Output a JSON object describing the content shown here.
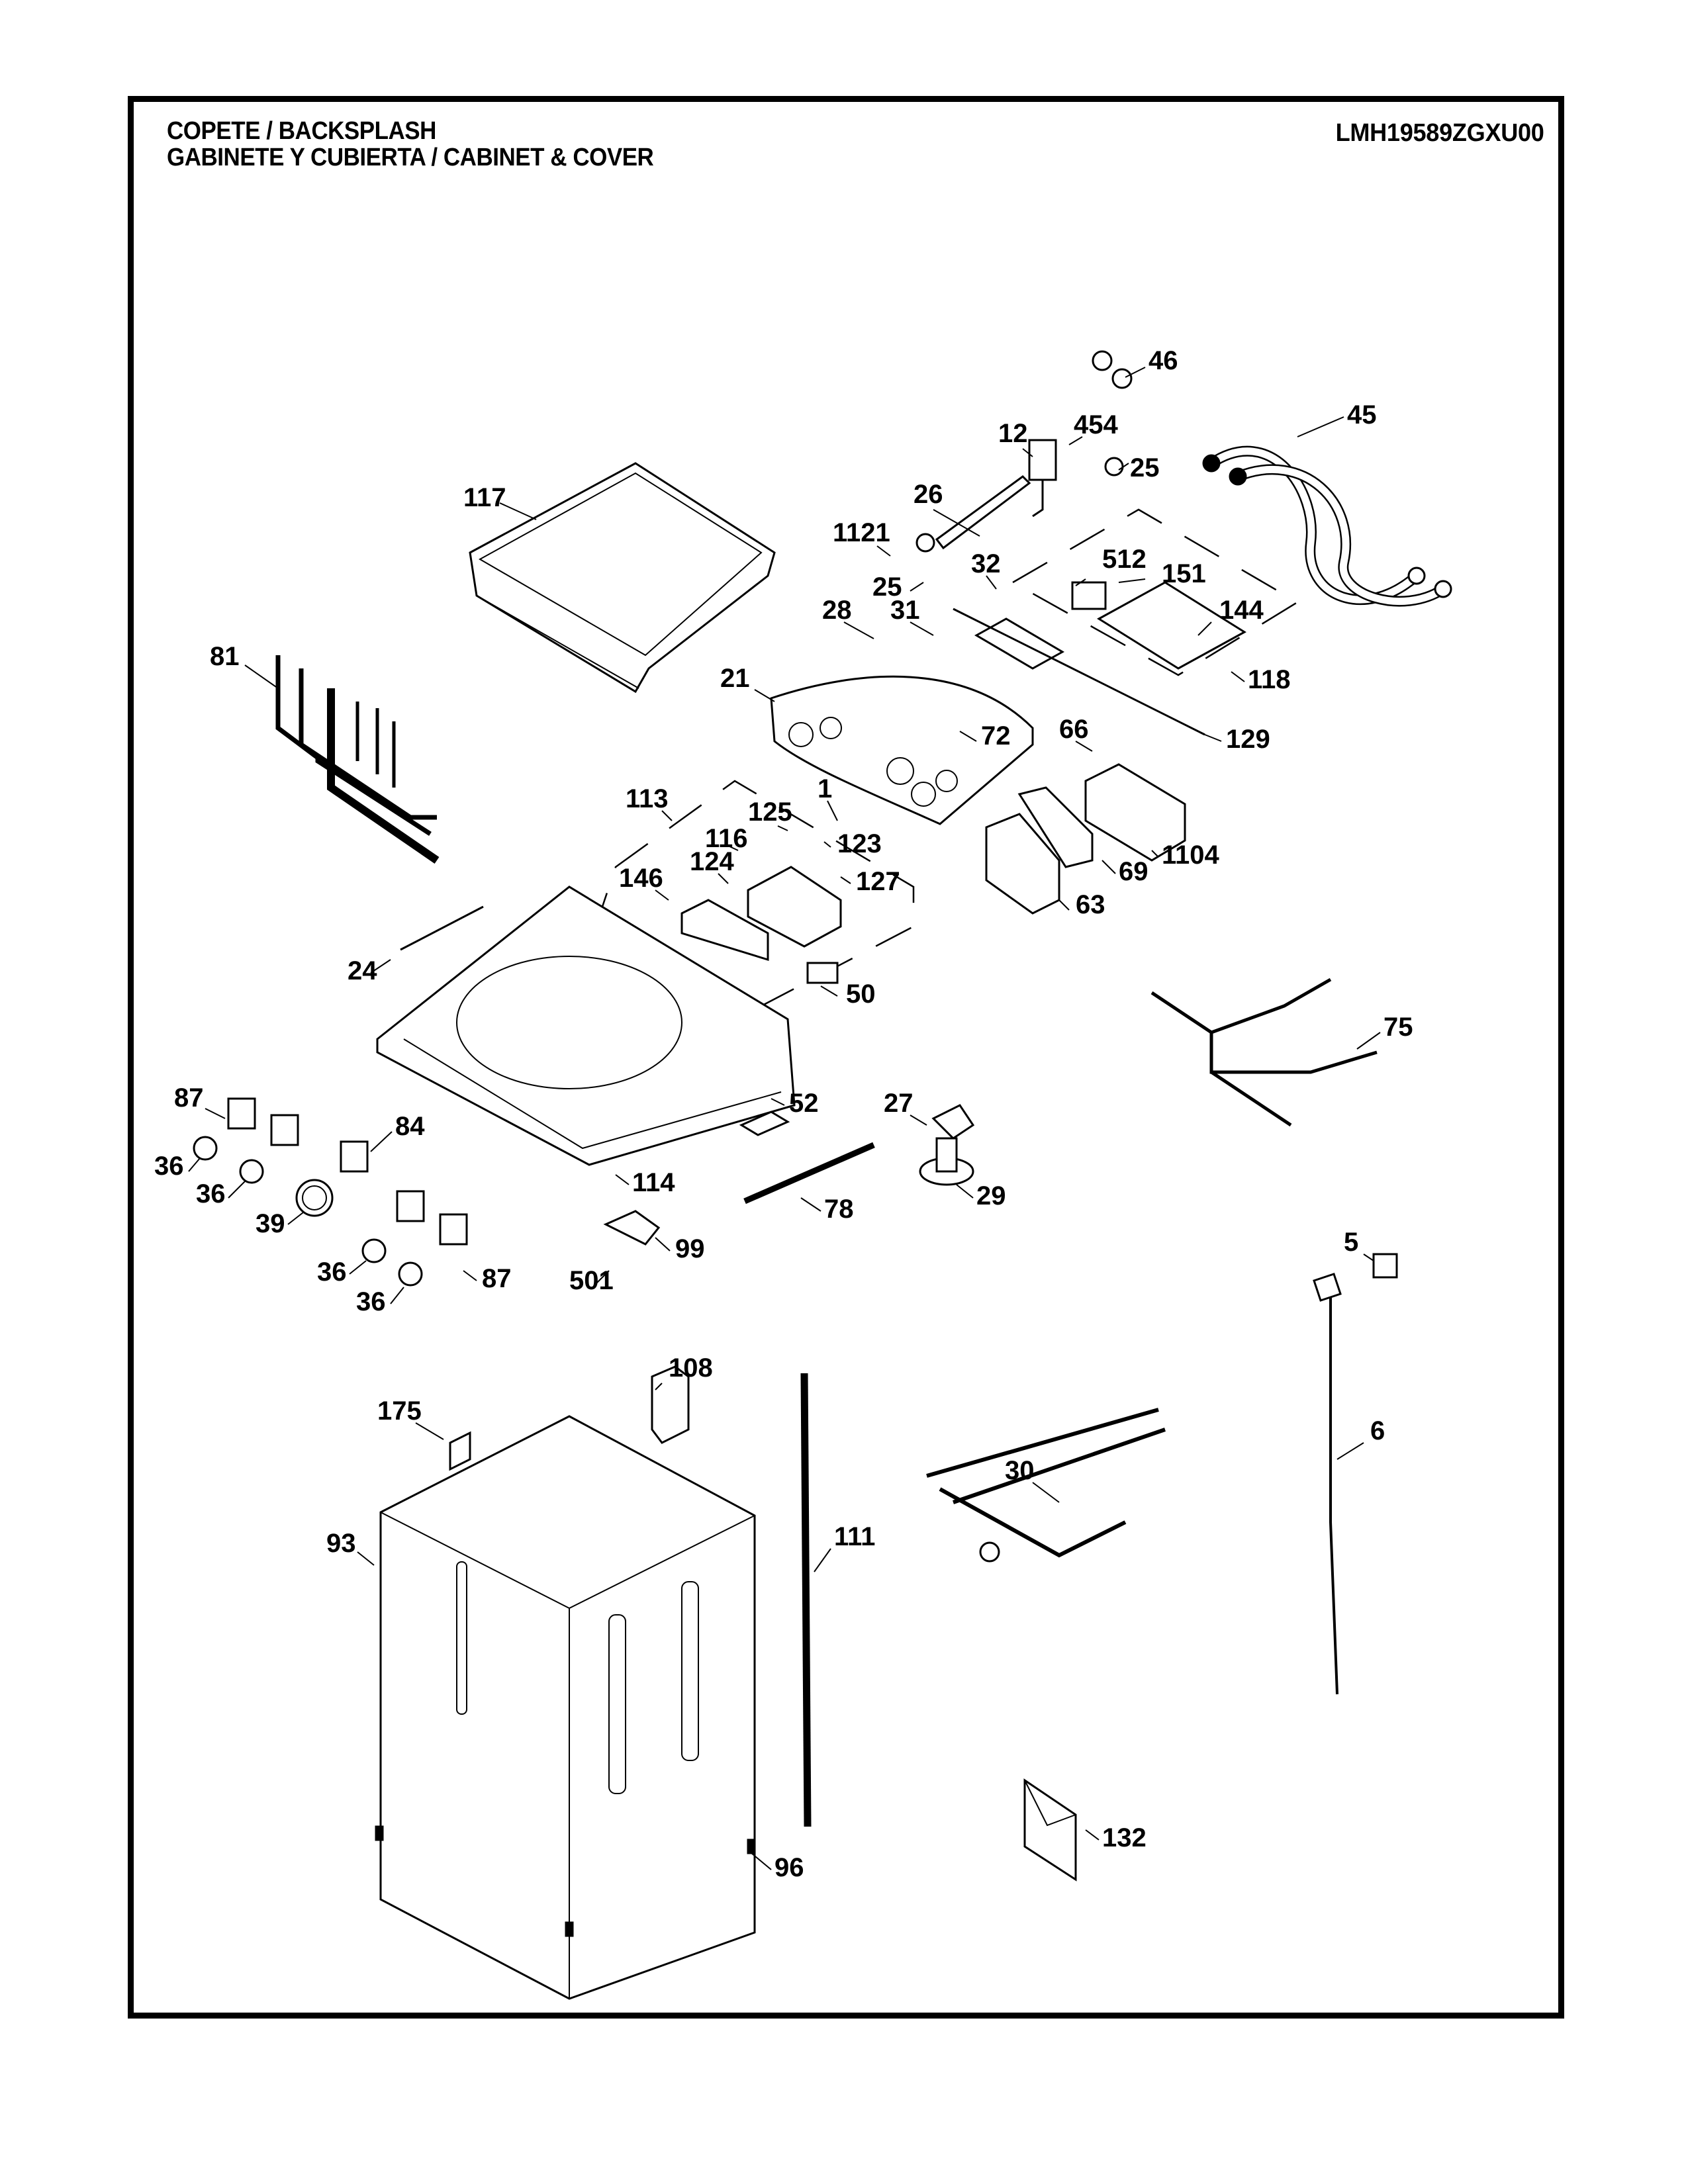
{
  "header": {
    "title_line1": "COPETE / BACKSPLASH",
    "title_line2": "GABINETE Y CUBIERTA / CABINET & COVER",
    "model_number": "LMH19589ZGXU00"
  },
  "callouts": [
    "46",
    "454",
    "12",
    "25",
    "45",
    "117",
    "26",
    "1121",
    "25",
    "32",
    "512",
    "151",
    "28",
    "31",
    "144",
    "118",
    "81",
    "21",
    "72",
    "129",
    "66",
    "113",
    "1",
    "125",
    "116",
    "123",
    "124",
    "127",
    "146",
    "69",
    "1104",
    "63",
    "24",
    "50",
    "75",
    "87",
    "27",
    "52",
    "84",
    "36",
    "36",
    "114",
    "29",
    "78",
    "39",
    "99",
    "5",
    "36",
    "87",
    "501",
    "36",
    "108",
    "175",
    "6",
    "30",
    "93",
    "111",
    "132",
    "96"
  ]
}
